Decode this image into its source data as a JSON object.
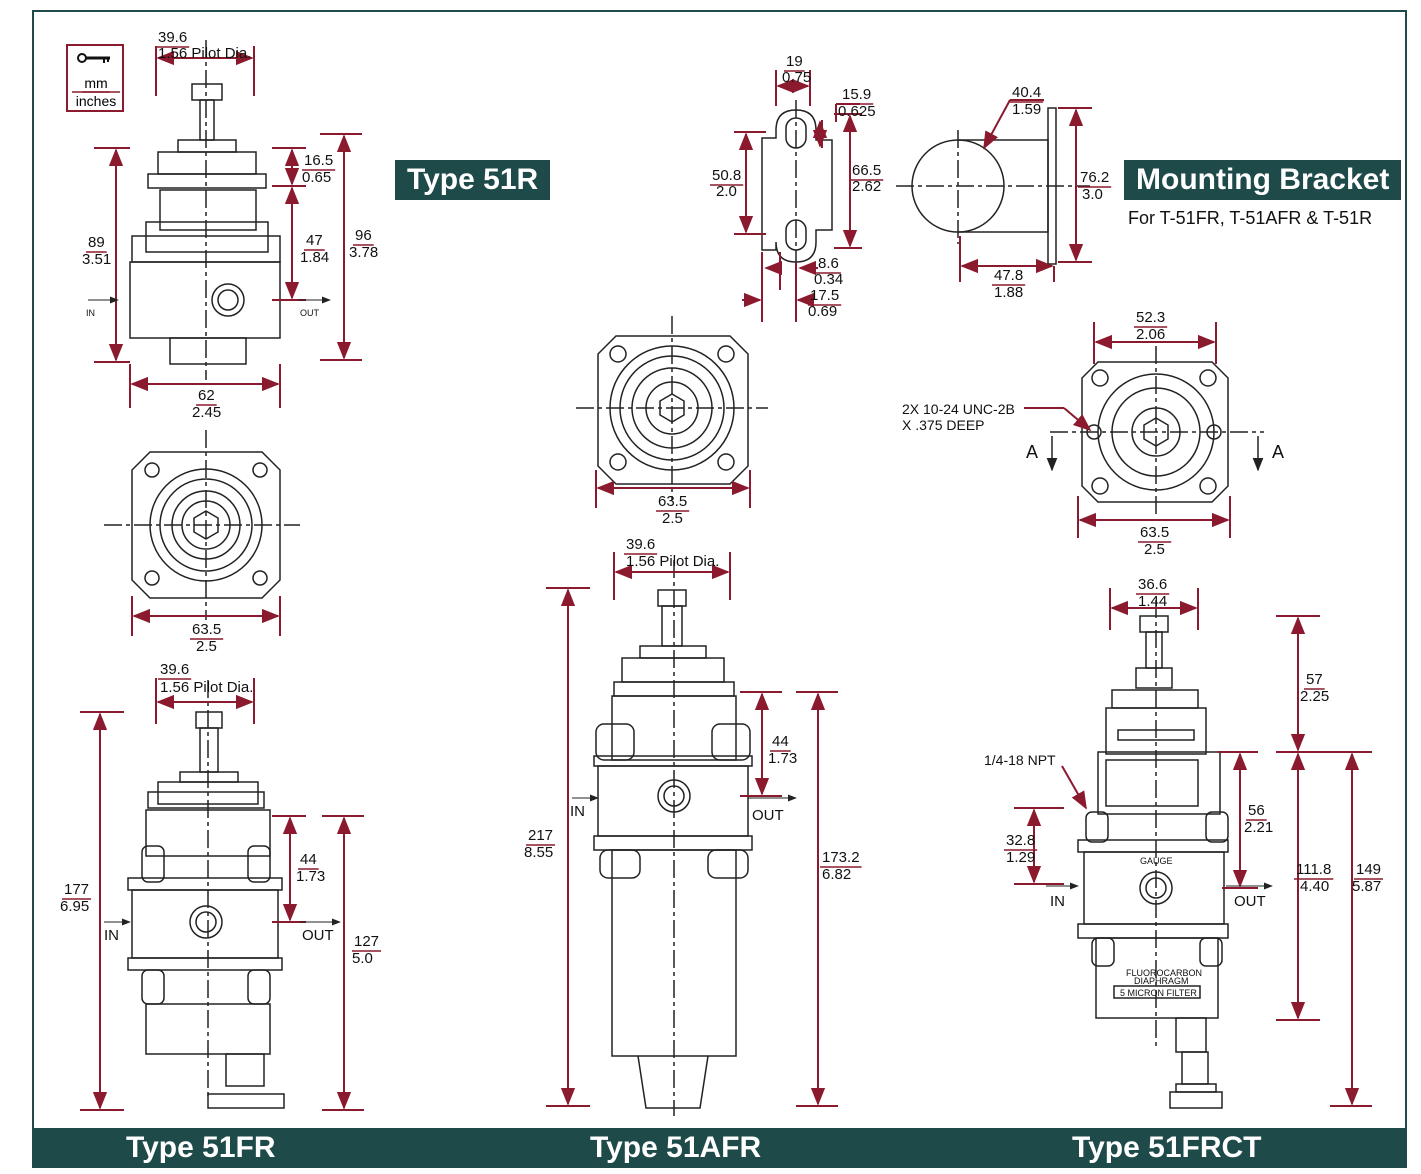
{
  "legend": {
    "icon": "key-icon",
    "unit_top": "mm",
    "unit_bottom": "inches"
  },
  "titles": {
    "t51r": "Type 51R",
    "bracket": "Mounting Bracket",
    "bracket_sub": "For T-51FR, T-51AFR & T-51R",
    "t51fr": "Type 51FR",
    "t51afr": "Type 51AFR",
    "t51frct": "Type 51FRCT"
  },
  "dims": {
    "r_pilot_mm": "39.6",
    "r_pilot_in": "1.56 Pilot Dia.",
    "r_165_mm": "16.5",
    "r_165_in": "0.65",
    "r_89_mm": "89",
    "r_89_in": "3.51",
    "r_47_mm": "47",
    "r_47_in": "1.84",
    "r_96_mm": "96",
    "r_96_in": "3.78",
    "r_62_mm": "62",
    "r_62_in": "2.45",
    "r_635_mm": "63.5",
    "r_635_in": "2.5",
    "b_19_mm": "19",
    "b_19_in": "0.75",
    "b_159_mm": "15.9",
    "b_159_in": "0.625",
    "b_508_mm": "50.8",
    "b_508_in": "2.0",
    "b_665_mm": "66.5",
    "b_665_in": "2.62",
    "b_86_mm": "8.6",
    "b_86_in": "0.34",
    "b_175_mm": "17.5",
    "b_175_in": "0.69",
    "b_404_mm": "40.4",
    "b_404_in": "1.59",
    "b_762_mm": "76.2",
    "b_762_in": "3.0",
    "b_478_mm": "47.8",
    "b_478_in": "1.88",
    "afr_top_635_mm": "63.5",
    "afr_top_635_in": "2.5",
    "ct_523_mm": "52.3",
    "ct_523_in": "2.06",
    "ct_635_mm": "63.5",
    "ct_635_in": "2.5",
    "fr_pilot_mm": "39.6",
    "fr_pilot_in": "1.56 Pilot Dia.",
    "fr_177_mm": "177",
    "fr_177_in": "6.95",
    "fr_44_mm": "44",
    "fr_44_in": "1.73",
    "fr_127_mm": "127",
    "fr_127_in": "5.0",
    "afr_pilot_mm": "39.6",
    "afr_pilot_in": "1.56 Pilot Dia.",
    "afr_217_mm": "217",
    "afr_217_in": "8.55",
    "afr_44_mm": "44",
    "afr_44_in": "1.73",
    "afr_1732_mm": "173.2",
    "afr_1732_in": "6.82",
    "ct_366_mm": "36.6",
    "ct_366_in": "1.44",
    "ct_57_mm": "57",
    "ct_57_in": "2.25",
    "ct_328_mm": "32.8",
    "ct_328_in": "1.29",
    "ct_56_mm": "56",
    "ct_56_in": "2.21",
    "ct_1118_mm": "111.8",
    "ct_1118_in": "4.40",
    "ct_149_mm": "149",
    "ct_149_in": "5.87"
  },
  "notes": {
    "tap_1": "2X 10-24 UNC-2B",
    "tap_2": "X .375 DEEP",
    "section_a": "A",
    "npt": "1/4-18 NPT",
    "gauge": "GAUGE",
    "fluoro_1": "FLUOROCARBON",
    "fluoro_2": "DIAPHRAGM",
    "micron": "5 MICRON FILTER",
    "in": "IN",
    "out": "OUT"
  },
  "colors": {
    "dimension": "#8b1a2e",
    "brand": "#1e4a4a",
    "drawing": "#222222"
  }
}
